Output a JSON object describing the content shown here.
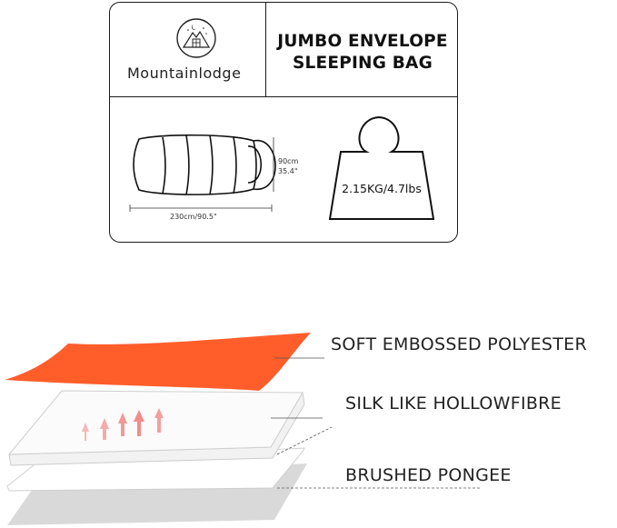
{
  "brand": {
    "name": "Mountainlodge"
  },
  "product": {
    "title_line1": "JUMBO ENVELOPE",
    "title_line2": "SLEEPING BAG"
  },
  "dimensions": {
    "height_cm": "90cm",
    "height_in": "35.4\"",
    "length": "230cm/90.5\""
  },
  "weight": {
    "label": "2.15KG/4.7lbs"
  },
  "layers": [
    {
      "label": "SOFT EMBOSSED POLYESTER"
    },
    {
      "label": "SILK LIKE HOLLOWFIBRE"
    },
    {
      "label": "BRUSHED PONGEE"
    }
  ],
  "colors": {
    "outer_layer": "#ff5e2b",
    "arrows": "#f08080",
    "pongee": "#d6d6d6"
  }
}
